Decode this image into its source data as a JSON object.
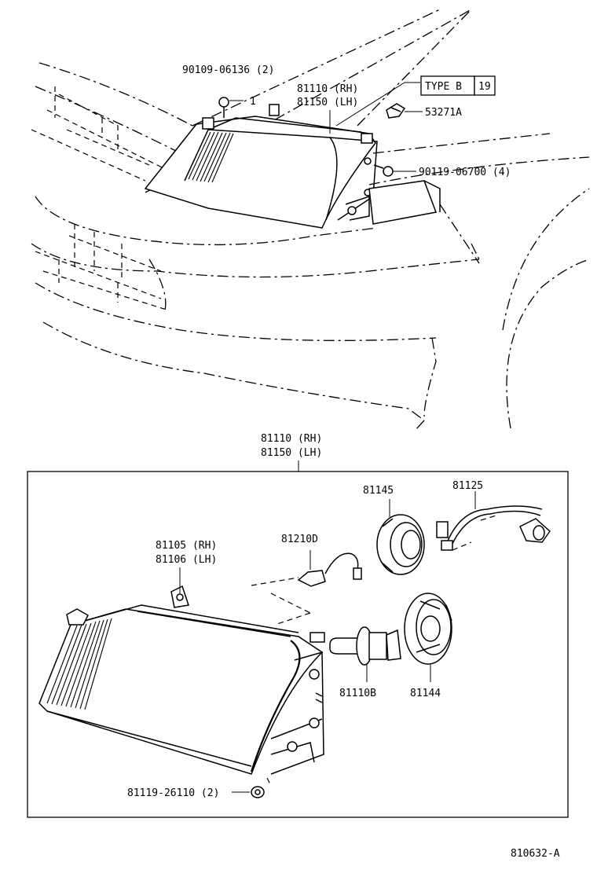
{
  "diagram": {
    "callouts": {
      "bolt_top": "90109-06136 (2)",
      "bolt_top_qty": "1",
      "headlamp_top_rh": "81110 (RH)",
      "headlamp_top_lh": "81150 (LH)",
      "type_label": "TYPE B",
      "type_ref": "19",
      "clip": "53271A",
      "screw_side": "90119-06700 (4)",
      "assy_rh": "81110 (RH)",
      "assy_lh": "81150 (LH)",
      "housing_rh": "81105 (RH)",
      "housing_lh": "81106 (LH)",
      "bulb_small": "81210D",
      "socket_cover": "81145",
      "wire_harness": "81125",
      "bulb_main": "81110B",
      "bulb_cover": "81144",
      "nut_bottom": "81119-26110 (2)"
    },
    "figure_id": "810632-A"
  }
}
